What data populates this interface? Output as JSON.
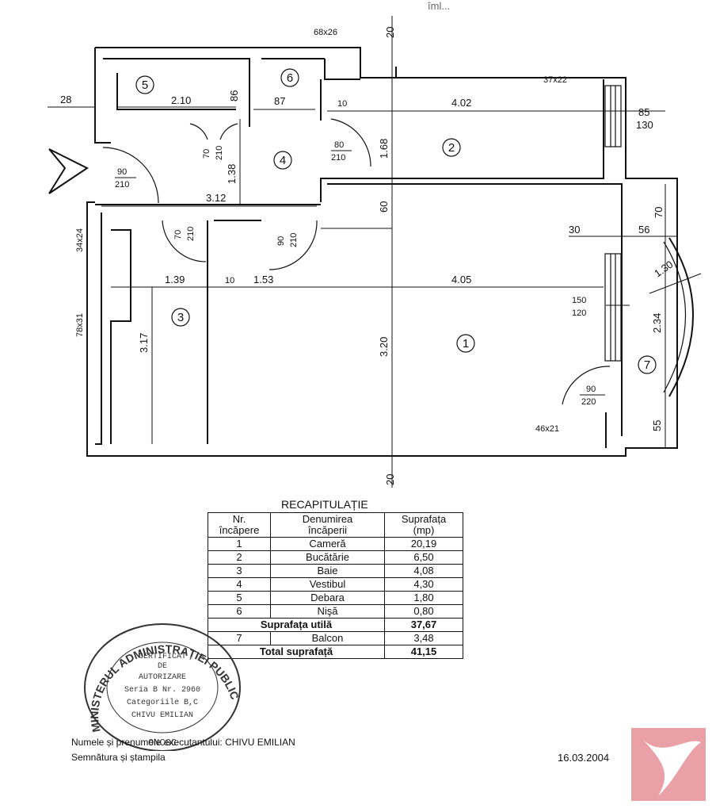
{
  "top_scribble": "îml...",
  "plan": {
    "rooms": [
      "1",
      "2",
      "3",
      "4",
      "5",
      "6",
      "7"
    ],
    "dimensions": {
      "d20_top": "20",
      "d20_bottom": "20",
      "d28": "28",
      "d68x26": "68x26",
      "d37x22": "37x22",
      "d2_10": "2.10",
      "d86": "86",
      "d87": "87",
      "d10a": "10",
      "d4_02": "4.02",
      "d85": "85",
      "d130": "130",
      "d1_68": "1.68",
      "d1_38": "1.38",
      "d3_12": "3.12",
      "d60": "60",
      "d30": "30",
      "d56": "56",
      "d70": "70",
      "d34x24": "34x24",
      "d1_39": "1.39",
      "d10b": "10",
      "d1_53": "1.53",
      "d4_05": "4.05",
      "d150": "150",
      "d120": "120",
      "d1_30": "1.30",
      "d2_34": "2.34",
      "d78x31": "78x31",
      "d3_17": "3.17",
      "d3_20": "3.20",
      "d55": "55",
      "d46x21": "46x21"
    },
    "doors": {
      "door_90_210_entry": {
        "w": "90",
        "h": "210"
      },
      "door_70_210_d5": {
        "w": "70",
        "h": "210"
      },
      "door_80_210": {
        "w": "80",
        "h": "210"
      },
      "door_70_210_bath": {
        "w": "70",
        "h": "210"
      },
      "door_90_210_room1": {
        "w": "90",
        "h": "210"
      },
      "door_90_220_balcony": {
        "w": "90",
        "h": "220"
      }
    }
  },
  "recap": {
    "title": "RECAPITULAȚIE",
    "headers": [
      "Nr.\nîncăpere",
      "Denumirea\nîncăperii",
      "Suprafața\n(mp)"
    ],
    "rows": [
      {
        "nr": "1",
        "name": "Cameră",
        "area": "20,19"
      },
      {
        "nr": "2",
        "name": "Bucătărie",
        "area": "6,50"
      },
      {
        "nr": "3",
        "name": "Baie",
        "area": "4,08"
      },
      {
        "nr": "4",
        "name": "Vestibul",
        "area": "4,30"
      },
      {
        "nr": "5",
        "name": "Debara",
        "area": "1,80"
      },
      {
        "nr": "6",
        "name": "Nişă",
        "area": "0,80"
      }
    ],
    "util": {
      "label": "Suprafața utilă",
      "area": "37,67"
    },
    "balcony": {
      "nr": "7",
      "name": "Balcon",
      "area": "3,48"
    },
    "total": {
      "label": "Total suprafață",
      "area": "41,15"
    }
  },
  "stamp": {
    "ring": "MINISTERUL ADMINISTRAȚIEI PUBLICE",
    "lines": [
      "CERTIFICAT",
      "DE",
      "AUTORIZARE",
      "Seria B Nr. 2960",
      "Categoriile B,C",
      "CHIVU EMILIAN"
    ],
    "bottom": "ONCGC"
  },
  "footer": {
    "name_line": "Numele și prenumele executantului: CHIVU EMILIAN",
    "signature_line": "Semnătura și ștampila",
    "date": "16.03.2004"
  },
  "colors": {
    "ink": "#111111",
    "logo": "#e9a0a6"
  }
}
